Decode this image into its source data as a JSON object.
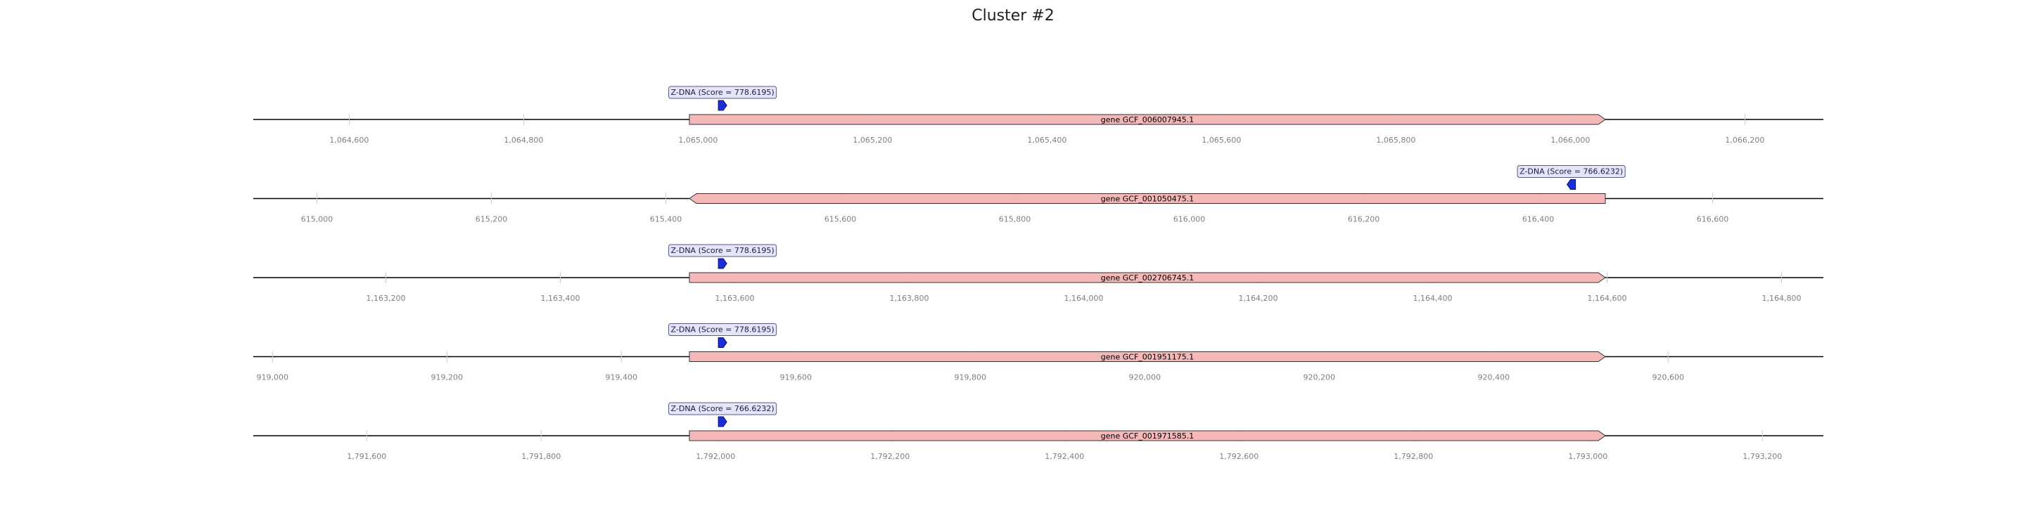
{
  "title": "Cluster #2",
  "colors": {
    "gene_fill": "#f5b8b8",
    "gene_stroke": "#333333",
    "feature_fill": "#1a2fd6",
    "label_box_fill": "#e4e6f8",
    "label_box_stroke": "#5a5a8a",
    "axis": "#000000",
    "tick": "#cccccc"
  },
  "chart_data": {
    "type": "genomic-tracks",
    "tracks": [
      {
        "range": [
          1064490,
          1066290
        ],
        "ticks": [
          1064600,
          1064800,
          1065000,
          1065200,
          1065400,
          1065600,
          1065800,
          1066000,
          1066200
        ],
        "tick_labels": [
          "1,064,600",
          "1,064,800",
          "1,065,000",
          "1,065,200",
          "1,065,400",
          "1,065,600",
          "1,065,800",
          "1,066,000",
          "1,066,200"
        ],
        "gene": {
          "label": "gene GCF_006007945.1",
          "start": 1064990,
          "end": 1066040,
          "strand": 1
        },
        "feature": {
          "label": "Z-DNA (Score = 778.6195)",
          "start": 1065020,
          "end": 1065036,
          "strand": 1
        }
      },
      {
        "range": [
          614927,
          616727
        ],
        "ticks": [
          615000,
          615200,
          615400,
          615600,
          615800,
          616000,
          616200,
          616400,
          616600
        ],
        "tick_labels": [
          "615,000",
          "615,200",
          "615,400",
          "615,600",
          "615,800",
          "616,000",
          "616,200",
          "616,400",
          "616,600"
        ],
        "gene": {
          "label": "gene GCF_001050475.1",
          "start": 615427,
          "end": 616477,
          "strand": -1
        },
        "feature": {
          "label": "Z-DNA (Score = 766.6232)",
          "start": 616430,
          "end": 616446,
          "strand": -1
        }
      },
      {
        "range": [
          1163048,
          1164848
        ],
        "ticks": [
          1163200,
          1163400,
          1163600,
          1163800,
          1164000,
          1164200,
          1164400,
          1164600,
          1164800
        ],
        "tick_labels": [
          "1,163,200",
          "1,163,400",
          "1,163,600",
          "1,163,800",
          "1,164,000",
          "1,164,200",
          "1,164,400",
          "1,164,600",
          "1,164,800"
        ],
        "gene": {
          "label": "gene GCF_002706745.1",
          "start": 1163548,
          "end": 1164598,
          "strand": 1
        },
        "feature": {
          "label": "Z-DNA (Score = 778.6195)",
          "start": 1163578,
          "end": 1163594,
          "strand": 1
        }
      },
      {
        "range": [
          918978,
          920778
        ],
        "ticks": [
          919000,
          919200,
          919400,
          919600,
          919800,
          920000,
          920200,
          920400,
          920600
        ],
        "tick_labels": [
          "919,000",
          "919,200",
          "919,400",
          "919,600",
          "919,800",
          "920,000",
          "920,200",
          "920,400",
          "920,600"
        ],
        "gene": {
          "label": "gene GCF_001951175.1",
          "start": 919478,
          "end": 920528,
          "strand": 1
        },
        "feature": {
          "label": "Z-DNA (Score = 778.6195)",
          "start": 919508,
          "end": 919524,
          "strand": 1
        }
      },
      {
        "range": [
          1791470,
          1793270
        ],
        "ticks": [
          1791600,
          1791800,
          1792000,
          1792200,
          1792400,
          1792600,
          1792800,
          1793000,
          1793200
        ],
        "tick_labels": [
          "1,791,600",
          "1,791,800",
          "1,792,000",
          "1,792,200",
          "1,792,400",
          "1,792,600",
          "1,792,800",
          "1,793,000",
          "1,793,200"
        ],
        "gene": {
          "label": "gene GCF_001971585.1",
          "start": 1791970,
          "end": 1793020,
          "strand": 1
        },
        "feature": {
          "label": "Z-DNA (Score = 766.6232)",
          "start": 1792000,
          "end": 1792016,
          "strand": 1
        }
      }
    ]
  }
}
